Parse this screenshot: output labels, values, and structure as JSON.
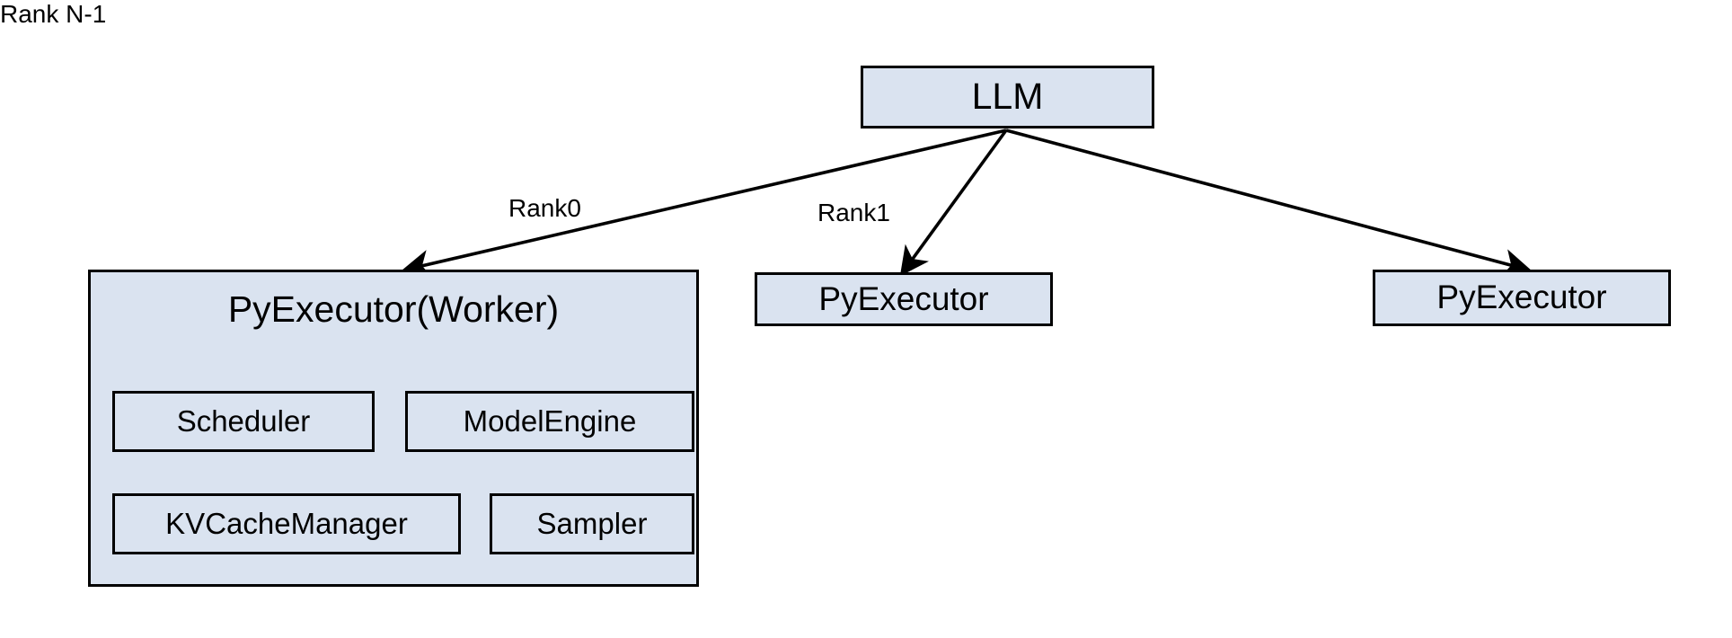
{
  "diagram": {
    "title": "LLM multi-rank PyExecutor architecture",
    "colors": {
      "node_fill": "#dae3f0",
      "node_border": "#000000",
      "edge_stroke": "#000000",
      "background": "#ffffff",
      "text": "#000000"
    },
    "nodes": {
      "llm": {
        "label": "LLM"
      },
      "worker": {
        "label": "PyExecutor(Worker)",
        "children": [
          {
            "label": "Scheduler"
          },
          {
            "label": "ModelEngine"
          },
          {
            "label": "KVCacheManager"
          },
          {
            "label": "Sampler"
          }
        ]
      },
      "executor_rank1": {
        "label": "PyExecutor"
      },
      "executor_rankn": {
        "label": "PyExecutor"
      }
    },
    "edges": [
      {
        "label": "Rank0",
        "from": "llm",
        "to": "worker"
      },
      {
        "label": "Rank1",
        "from": "llm",
        "to": "executor_rank1"
      },
      {
        "label": "Rank N-1",
        "from": "llm",
        "to": "executor_rankn"
      }
    ]
  }
}
